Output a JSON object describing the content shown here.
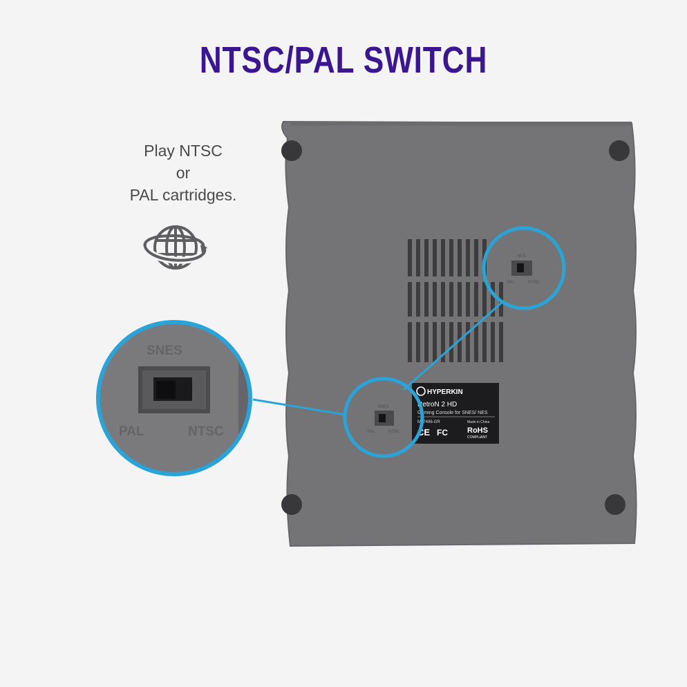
{
  "title": "NTSC/PAL SWITCH",
  "caption": {
    "line1": "Play NTSC",
    "line2": "or",
    "line3": "PAL cartridges."
  },
  "switch_zoom": {
    "top": "SNES",
    "left": "PAL",
    "right": "NTSC"
  },
  "switch_small_bottom": {
    "top": "SNES",
    "left": "PAL",
    "right": "NTSC"
  },
  "switch_small_top": {
    "top": "NES",
    "left": "PAL",
    "right": "NTSC"
  },
  "product_label": {
    "brand": "HYPERKIN",
    "model": "RetroN 2 HD",
    "description": "Gaming Console for SNES/ NES",
    "part": "M07486-GR",
    "origin": "Made in China",
    "cert_ce": "CE",
    "cert_fc": "FC",
    "rohs": "RoHS",
    "rohs_sub": "COMPLIANT"
  },
  "colors": {
    "title": "#3a1790",
    "callout": "#2aa4d8",
    "device": "#747476",
    "device_dark": "#5a5a5c",
    "caption": "#4a4a4a"
  }
}
